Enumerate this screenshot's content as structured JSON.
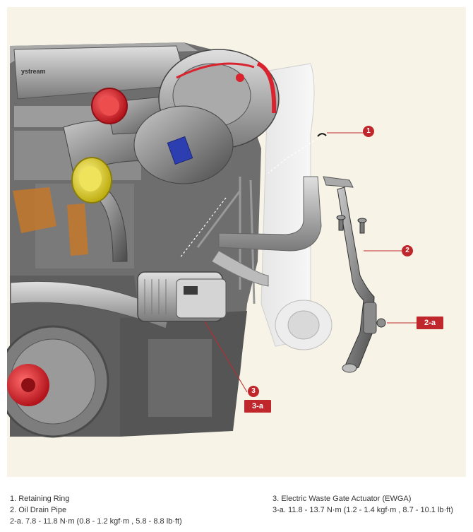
{
  "callouts": {
    "c1": "1",
    "c2": "2",
    "c2a": "2-a",
    "c3": "3",
    "c3a": "3-a"
  },
  "engine_badge": "ystream",
  "legend": {
    "left": [
      "1. Retaining Ring",
      "2. Oil Drain Pipe",
      "2-a. 7.8 - 11.8 N·m (0.8 - 1.2 kgf·m , 5.8 - 8.8 lb·ft)"
    ],
    "right": [
      "3. Electric Waste Gate Actuator (EWGA)",
      "3-a. 11.8 - 13.7 N·m (1.2 - 1.4 kgf·m , 8.7 - 10.1 lb·ft)"
    ]
  },
  "colors": {
    "callout": "#c0272d",
    "background": "#f7f4e7",
    "port_red": "#d9232e",
    "port_yellow": "#e3d82a",
    "port_blue": "#2d3fb0"
  }
}
